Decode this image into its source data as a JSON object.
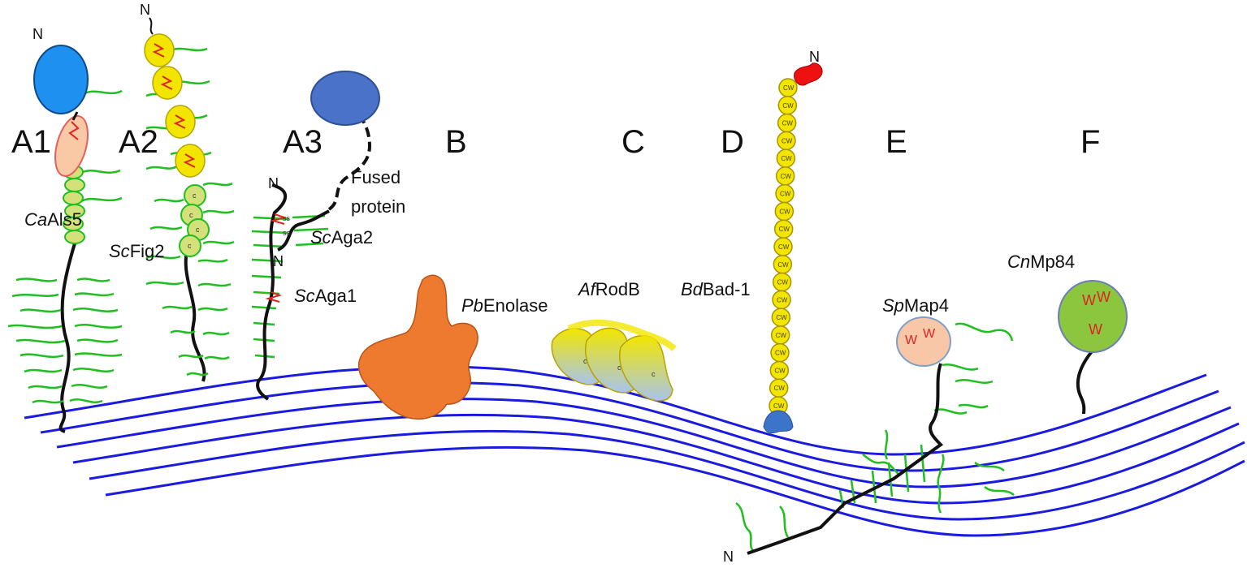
{
  "panels": {
    "a1": "A1",
    "a2": "A2",
    "a3": "A3",
    "b": "B",
    "c": "C",
    "d": "D",
    "e": "E",
    "f": "F"
  },
  "proteins": {
    "als5": {
      "prefix": "Ca",
      "name": "Als5"
    },
    "fig2": {
      "prefix": "Sc",
      "name": "Fig2"
    },
    "aga2": {
      "prefix": "Sc",
      "name": "Aga2"
    },
    "aga1": {
      "prefix": "Sc",
      "name": "Aga1"
    },
    "enolase": {
      "prefix": "Pb",
      "name": "Enolase"
    },
    "rodb": {
      "prefix": "Af",
      "name": "RodB"
    },
    "bad1": {
      "prefix": "Bd",
      "name": "Bad-1"
    },
    "map4": {
      "prefix": "Sp",
      "name": "Map4"
    },
    "mp84": {
      "prefix": "Cn",
      "name": "Mp84"
    }
  },
  "fused_protein": [
    "Fused",
    "protein"
  ],
  "terminus": "N",
  "glyphs": {
    "cysteine": "c",
    "cell_wall_repeat": "CW",
    "disulfide": "ss",
    "unit_mark": "W"
  },
  "colors": {
    "cell_wall": "#1a1ae0",
    "glycan": "#1fbf1f",
    "als5_head": "#1e90f0",
    "fused_head": "#4a72c8",
    "repeat_yellow": "#f2e600",
    "cys_domain": "#d4e07a",
    "enolase": "#ee7a30",
    "bad1_head": "#ee1111",
    "bad1_anchor": "#3b74c9",
    "map4_head": "#f7c7a8",
    "mp84_head": "#8cc63f",
    "zigzag": "#e02222"
  }
}
